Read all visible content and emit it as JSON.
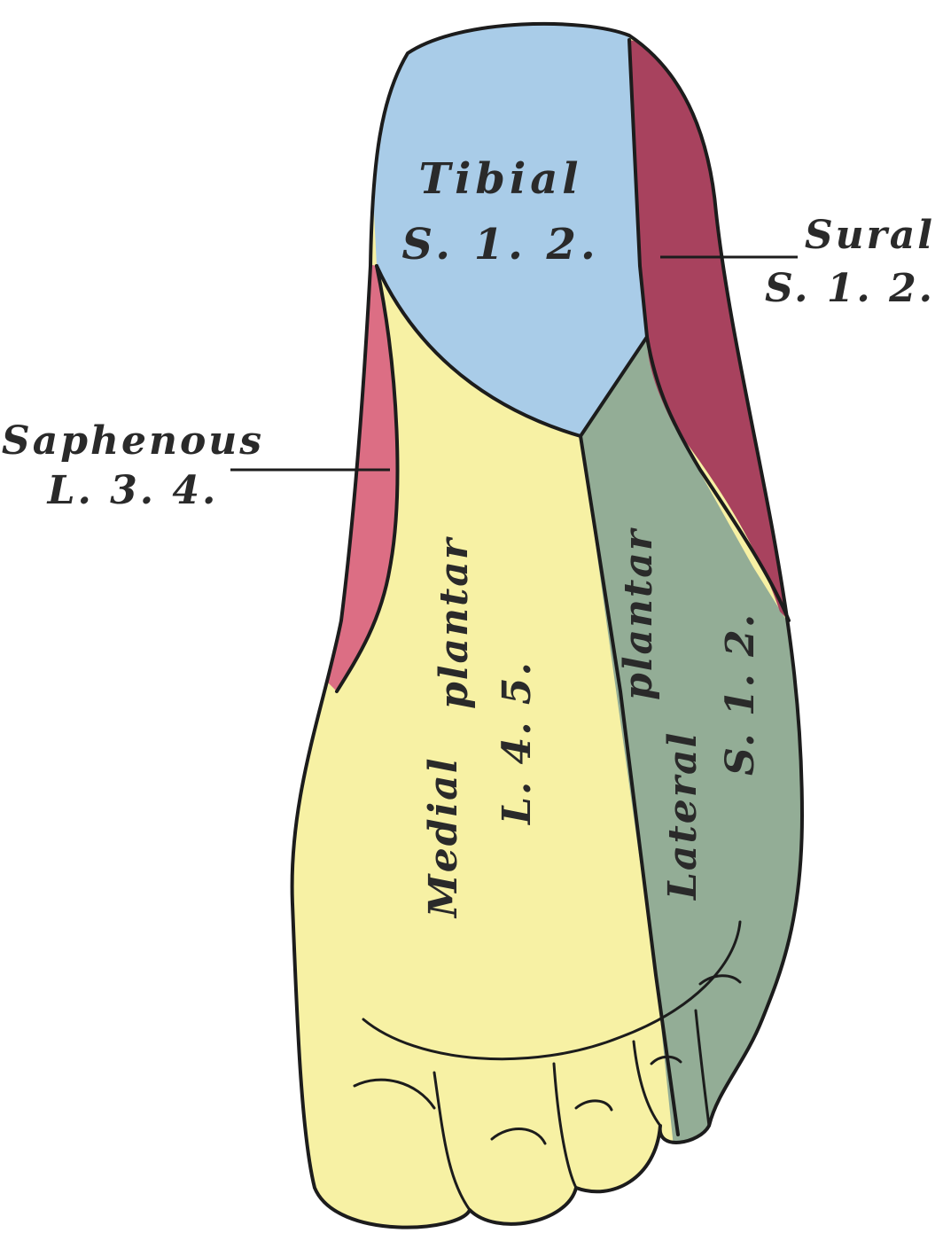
{
  "regions": {
    "tibial": {
      "name": "Tibial",
      "segments": "S. 1. 2.",
      "color": "#a9cce8"
    },
    "sural": {
      "name": "Sural",
      "segments": "S. 1. 2.",
      "color": "#a8425e"
    },
    "saphenous": {
      "name": "Saphenous",
      "segments": "L. 3. 4.",
      "color": "#dc6e84"
    },
    "medial_plantar": {
      "name": "Medial",
      "name2": "plantar",
      "segments": "L. 4. 5.",
      "color": "#f7f1a4"
    },
    "lateral_plantar": {
      "name": "Lateral",
      "name2": "plantar",
      "segments": "S. 1. 2.",
      "color": "#93ad96"
    }
  }
}
